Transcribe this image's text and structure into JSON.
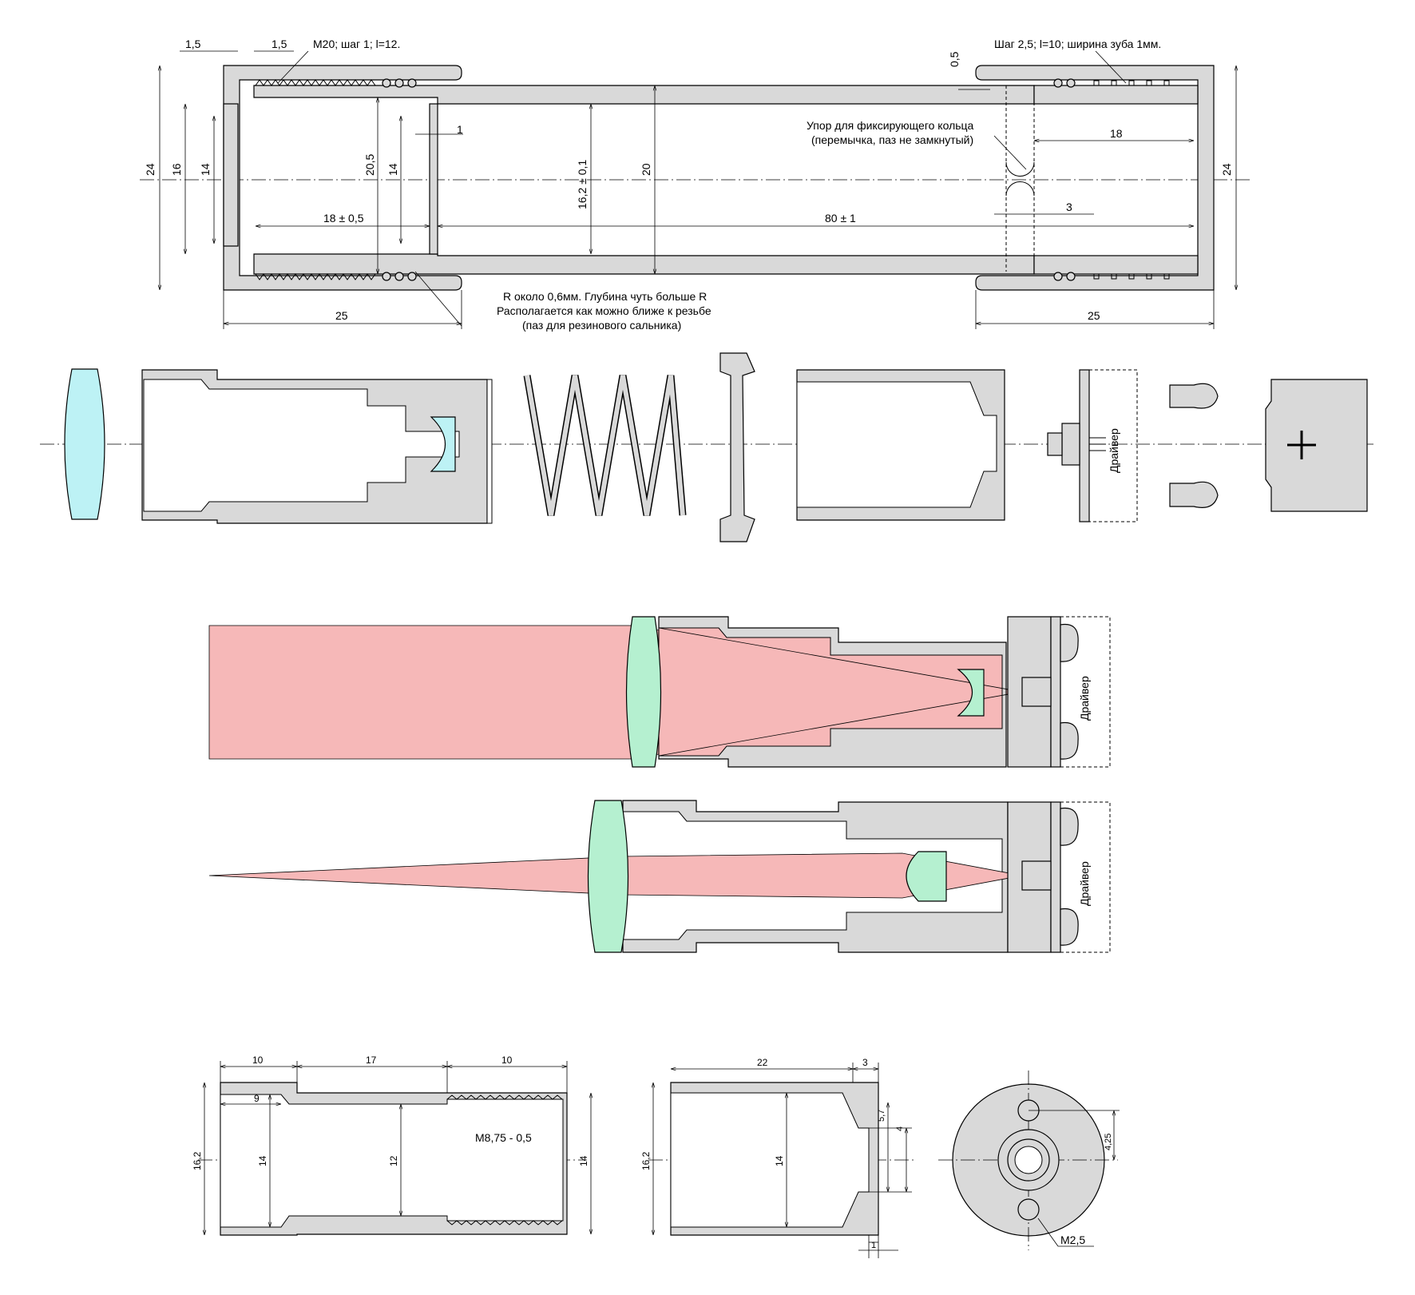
{
  "colors": {
    "metal": "#d9d9d9",
    "lens": "#bdf2f5",
    "lens_green": "#b5f0d0",
    "beam": "#f6b8b8"
  },
  "top": {
    "note_thread_left": "M20; шаг 1; l=12.",
    "note_thread_right": "Шаг 2,5; l=10; ширина зуба 1мм.",
    "note_stop_1": "Упор для фиксирующего кольца",
    "note_stop_2": "(перемычка, паз не замкнутый)",
    "note_groove_1": "R около 0,6мм. Глубина чуть больше R",
    "note_groove_2": "Располагается как можно ближе к резьбе",
    "note_groove_3": "(паз для резинового сальника)",
    "d_1_5_a": "1,5",
    "d_1_5_b": "1,5",
    "d_0_5": "0,5",
    "d_24_left": "24",
    "d_16": "16",
    "d_14_a": "14",
    "d_20_5": "20,5",
    "d_14_b": "14",
    "d_1": "1",
    "d_16_2": "16,2 ± 0,1",
    "d_20": "20",
    "d_18_05": "18 ± 0,5",
    "d_80": "80 ± 1",
    "d_18": "18",
    "d_3": "3",
    "d_24_right": "24",
    "d_25_left": "25",
    "d_25_right": "25"
  },
  "exploded": {
    "driver_label": "Драйвер"
  },
  "assembly": {
    "driver_label_1": "Драйвер",
    "driver_label_2": "Драйвер"
  },
  "bottom": {
    "d_10_a": "10",
    "d_17": "17",
    "d_10_b": "10",
    "d_9": "9",
    "d_16_2_a": "16,2",
    "d_14_a": "14",
    "d_12": "12",
    "thread_label": "M8,75 - 0,5",
    "d_14_b": "14",
    "d_22": "22",
    "d_3": "3",
    "d_16_2_b": "16,2",
    "d_14_c": "14",
    "d_5_7": "5,7",
    "d_4": "4",
    "d_1": "1",
    "d_4_25": "4,25",
    "screw_label": "M2,5"
  }
}
